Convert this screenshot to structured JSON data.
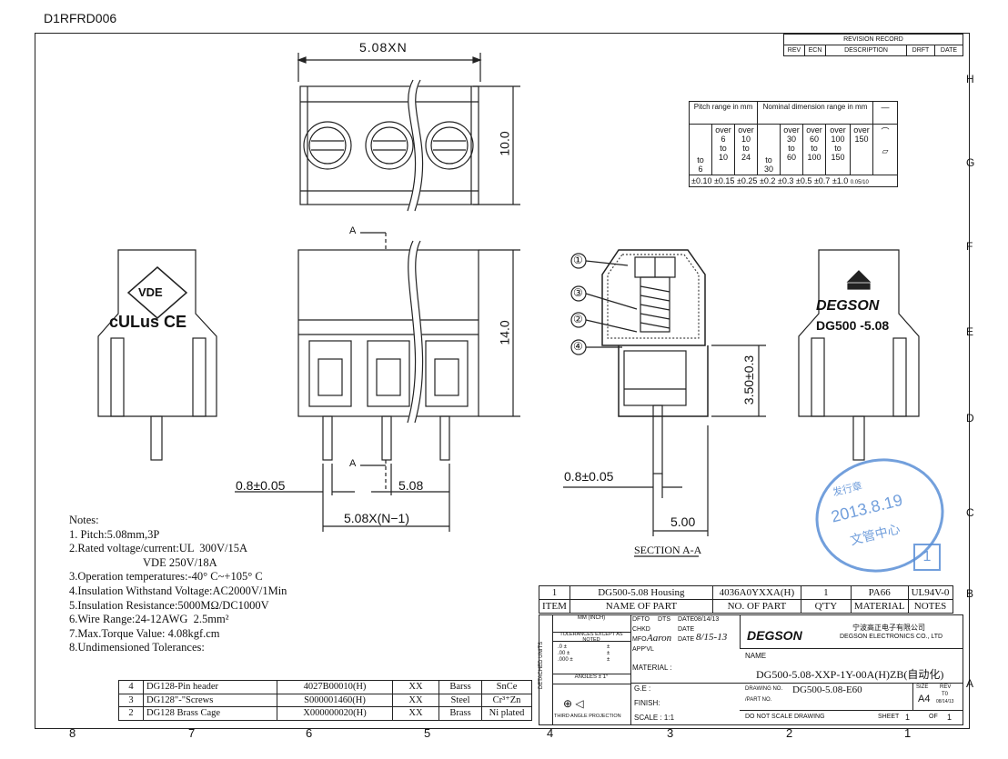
{
  "doc_id": "D1RFRD006",
  "revision_record": {
    "title": "REVISION RECORD",
    "headers": [
      "REV",
      "ECN",
      "DESCRIPTION",
      "DRFT",
      "DATE"
    ]
  },
  "tolerance_table": {
    "col1": "Pitch range in mm",
    "col2": "Nominal dimension range in mm",
    "pitch_ranges": [
      [
        "",
        "to",
        "6"
      ],
      [
        "over",
        "6",
        "to",
        "10"
      ],
      [
        "over",
        "10",
        "to",
        "24"
      ]
    ],
    "dim_ranges": [
      [
        "",
        "to",
        "30"
      ],
      [
        "over",
        "30",
        "to",
        "60"
      ],
      [
        "over",
        "60",
        "to",
        "100"
      ],
      [
        "over",
        "100",
        "to",
        "150"
      ],
      [
        "over",
        "150"
      ]
    ],
    "values": [
      "±0.10",
      "±0.15",
      "±0.25",
      "±0.2",
      "±0.3",
      "±0.5",
      "±0.7",
      "±1.0",
      "0.05/10"
    ]
  },
  "dims": {
    "top_pitch": "5.08XN",
    "height10": "10.0",
    "height14": "14.0",
    "section_mark": "A",
    "pin_width_front": "0.8±0.05",
    "pitch_front": "5.08",
    "pitch_total": "5.08X(N−1)",
    "pin_width_side": "0.8±0.05",
    "pin_offset": "5.00",
    "pin_height": "3.50±0.3",
    "section_label": "SECTION A-A"
  },
  "callouts": [
    "①",
    "③",
    "②",
    "④"
  ],
  "side_left": {
    "vde": "VDE",
    "cert": "cULus CE"
  },
  "side_right": {
    "brand": "DEGSON",
    "model": "DG500 -5.08"
  },
  "notes": [
    "Notes:",
    "1. Pitch:5.08mm,3P",
    "2.Rated voltage/current:UL  300V/15A",
    "                          VDE 250V/18A",
    "3.Operation temperatures:-40° C~+105° C",
    "4.Insulation Withstand Voltage:AC2000V/1Min",
    "5.Insulation Resistance:5000MΩ/DC1000V",
    "6.Wire Range:24-12AWG  2.5mm²",
    "7.Max.Torque Value: 4.08kgf.cm",
    "8.Undimensioned Tolerances:"
  ],
  "bom_top": {
    "row": [
      "1",
      "DG500-5.08 Housing",
      "4036A0YXXA(H)",
      "1",
      "PA66",
      "UL94V-0"
    ],
    "header": [
      "ITEM",
      "NAME OF PART",
      "NO. OF PART",
      "Q'TY",
      "MATERIAL",
      "NOTES"
    ]
  },
  "bom_bottom": [
    [
      "4",
      "DG128-Pin header",
      "4027B00010(H)",
      "XX",
      "Barss",
      "SnCe"
    ],
    [
      "3",
      "DG128\"-\"Screws",
      "S000001460(H)",
      "XX",
      "Steel",
      "Cr³⁺Zn"
    ],
    [
      "2",
      "DG128 Brass Cage",
      "X000000020(H)",
      "XX",
      "Brass",
      "Ni plated"
    ]
  ],
  "title_block": {
    "mm_inch": "MM (INCH)",
    "tolerances": "TOLERANCES EXCEPT AS NOTED",
    "dfto": "DFTO",
    "dfto_val": "DTS",
    "date_label": "DATE",
    "date_val": "08/14/13",
    "chkd": "CHKD",
    "mfo": "MFO",
    "mfo_sig": "Aaron",
    "date2_val": "8/15-13",
    "appvl": "APP'VL",
    "brand": "DEGSON",
    "company_cn": "宁波高正电子有限公司",
    "company_en": "DEGSON ELECTRONICS CO., LTD",
    "name_label": "NAME",
    "name_val": "DG500-5.08-XXP-1Y-00A(H)ZB(自动化)",
    "material": "MATERIAL :",
    "ge": "G.E :",
    "finish": "FINISH:",
    "angles": "ANGLES ± 1°",
    "tol_rows": [
      ".0 ±",
      ".00 ±",
      ".000 ±"
    ],
    "tol_rows2": [
      "±",
      "±",
      "±"
    ],
    "detached": "DETACHED UNITS",
    "projection": "THIRD ANGLE PROJECTION",
    "scale": "SCALE : 1:1",
    "drawing_no_label": "DRAWING NO.",
    "drawing_no": "DG500-5.08-E60",
    "part_no_label": "/PART NO.",
    "size_label": "SIZE",
    "size_val": "A4",
    "rev_label": "REV",
    "rev_val": "T0",
    "rev_date": "08/14/13",
    "dont_scale": "DO NOT SCALE DRAWING",
    "sheet": "SHEET",
    "sheet_val": "1",
    "of": "OF",
    "of_val": "1"
  },
  "stamp": {
    "date": "2013.8.19",
    "text1": "文管中心",
    "text2": "发行章",
    "box": "1"
  },
  "grid_numbers": [
    "8",
    "7",
    "6",
    "5",
    "4",
    "3",
    "2",
    "1"
  ],
  "grid_letters": [
    "H",
    "G",
    "F",
    "E",
    "D",
    "C",
    "B",
    "A"
  ],
  "colors": {
    "ink": "#222222",
    "stamp": "#5a8fd6"
  }
}
